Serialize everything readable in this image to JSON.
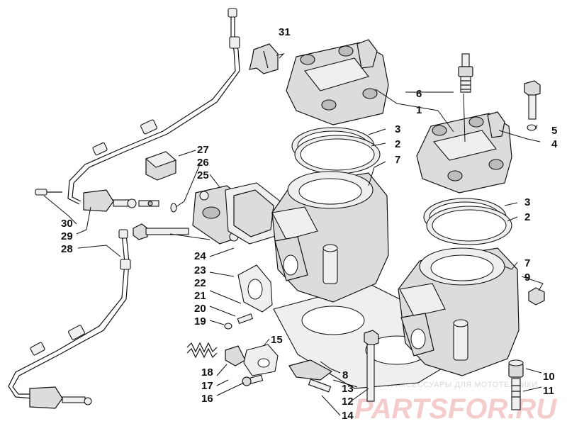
{
  "diagram": {
    "callouts": {
      "c1": "1",
      "c2a": "2",
      "c2b": "2",
      "c3a": "3",
      "c3b": "3",
      "c4": "4",
      "c5": "5",
      "c6": "6",
      "c7a": "7",
      "c7b": "7",
      "c8": "8",
      "c9": "9",
      "c10": "10",
      "c11": "11",
      "c12": "12",
      "c13": "13",
      "c14": "14",
      "c15": "15",
      "c16": "16",
      "c17": "17",
      "c18": "18",
      "c19": "19",
      "c20": "20",
      "c21": "21",
      "c22": "22",
      "c23": "23",
      "c24": "24",
      "c25": "25",
      "c26": "26",
      "c27": "27",
      "c28": "28",
      "c29": "29",
      "c30": "30",
      "c31": "31"
    },
    "watermark": {
      "caption": "ЗАПЧАСТИ И АКСЕССУАРЫ ДЛЯ МОТОТЕХНИКИ",
      "logo": "PARTSFOR.RU"
    }
  }
}
